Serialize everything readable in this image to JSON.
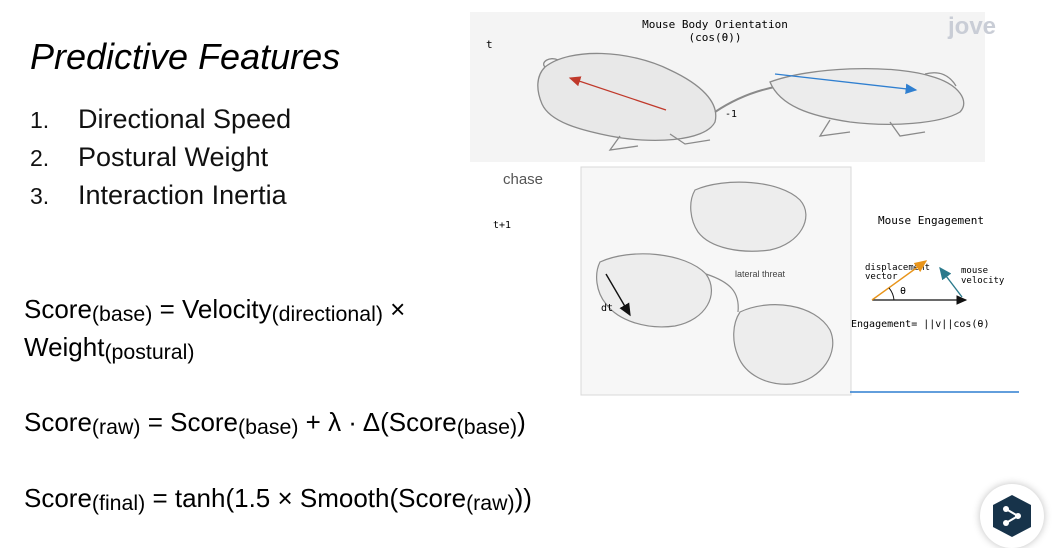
{
  "slide": {
    "title": "Predictive Features",
    "features": [
      {
        "num": "1.",
        "label": "Directional Speed"
      },
      {
        "num": "2.",
        "label": "Postural Weight"
      },
      {
        "num": "3.",
        "label": "Interaction Inertia"
      }
    ],
    "equations": {
      "base_line1": {
        "a": "Score",
        "a_sub": "(base)",
        "op": " = Velocity",
        "b_sub": "(directional)",
        "tail": " ×"
      },
      "base_line2": {
        "a": "Weight",
        "a_sub": "(postural)"
      },
      "raw": {
        "a": "Score",
        "a_sub": "(raw)",
        "mid": " = Score",
        "mid_sub": "(base)",
        "mid2": " + λ · Δ(Score",
        "mid2_sub": "(base)",
        "end": ")"
      },
      "final": {
        "a": "Score",
        "a_sub": "(final)",
        "mid": " = tanh(1.5 × Smooth(Score",
        "mid_sub": "(raw)",
        "end": "))"
      }
    }
  },
  "figure": {
    "orientation_title": "Mouse Body Orientation",
    "orientation_sub": "(cos(θ))",
    "time_t": "t",
    "time_t1": "t+1",
    "minus_one": "-1",
    "chase_label": "chase",
    "lateral_threat_label": "lateral threat",
    "dt_label": "dt",
    "engagement_title": "Mouse Engagement",
    "displacement_label_1": "displacement",
    "displacement_label_2": "vector",
    "theta_label": "θ",
    "mouse_velocity_1": "mouse",
    "mouse_velocity_2": "velocity",
    "engagement_formula": "Engagement= ||v||cos(θ)",
    "watermark": "jove",
    "colors": {
      "red_arrow": "#c0392b",
      "blue_arrow": "#2f7fd0",
      "orange_arrow": "#e8941a",
      "teal_arrow": "#2b7a8c",
      "badge": "#17334a"
    }
  }
}
